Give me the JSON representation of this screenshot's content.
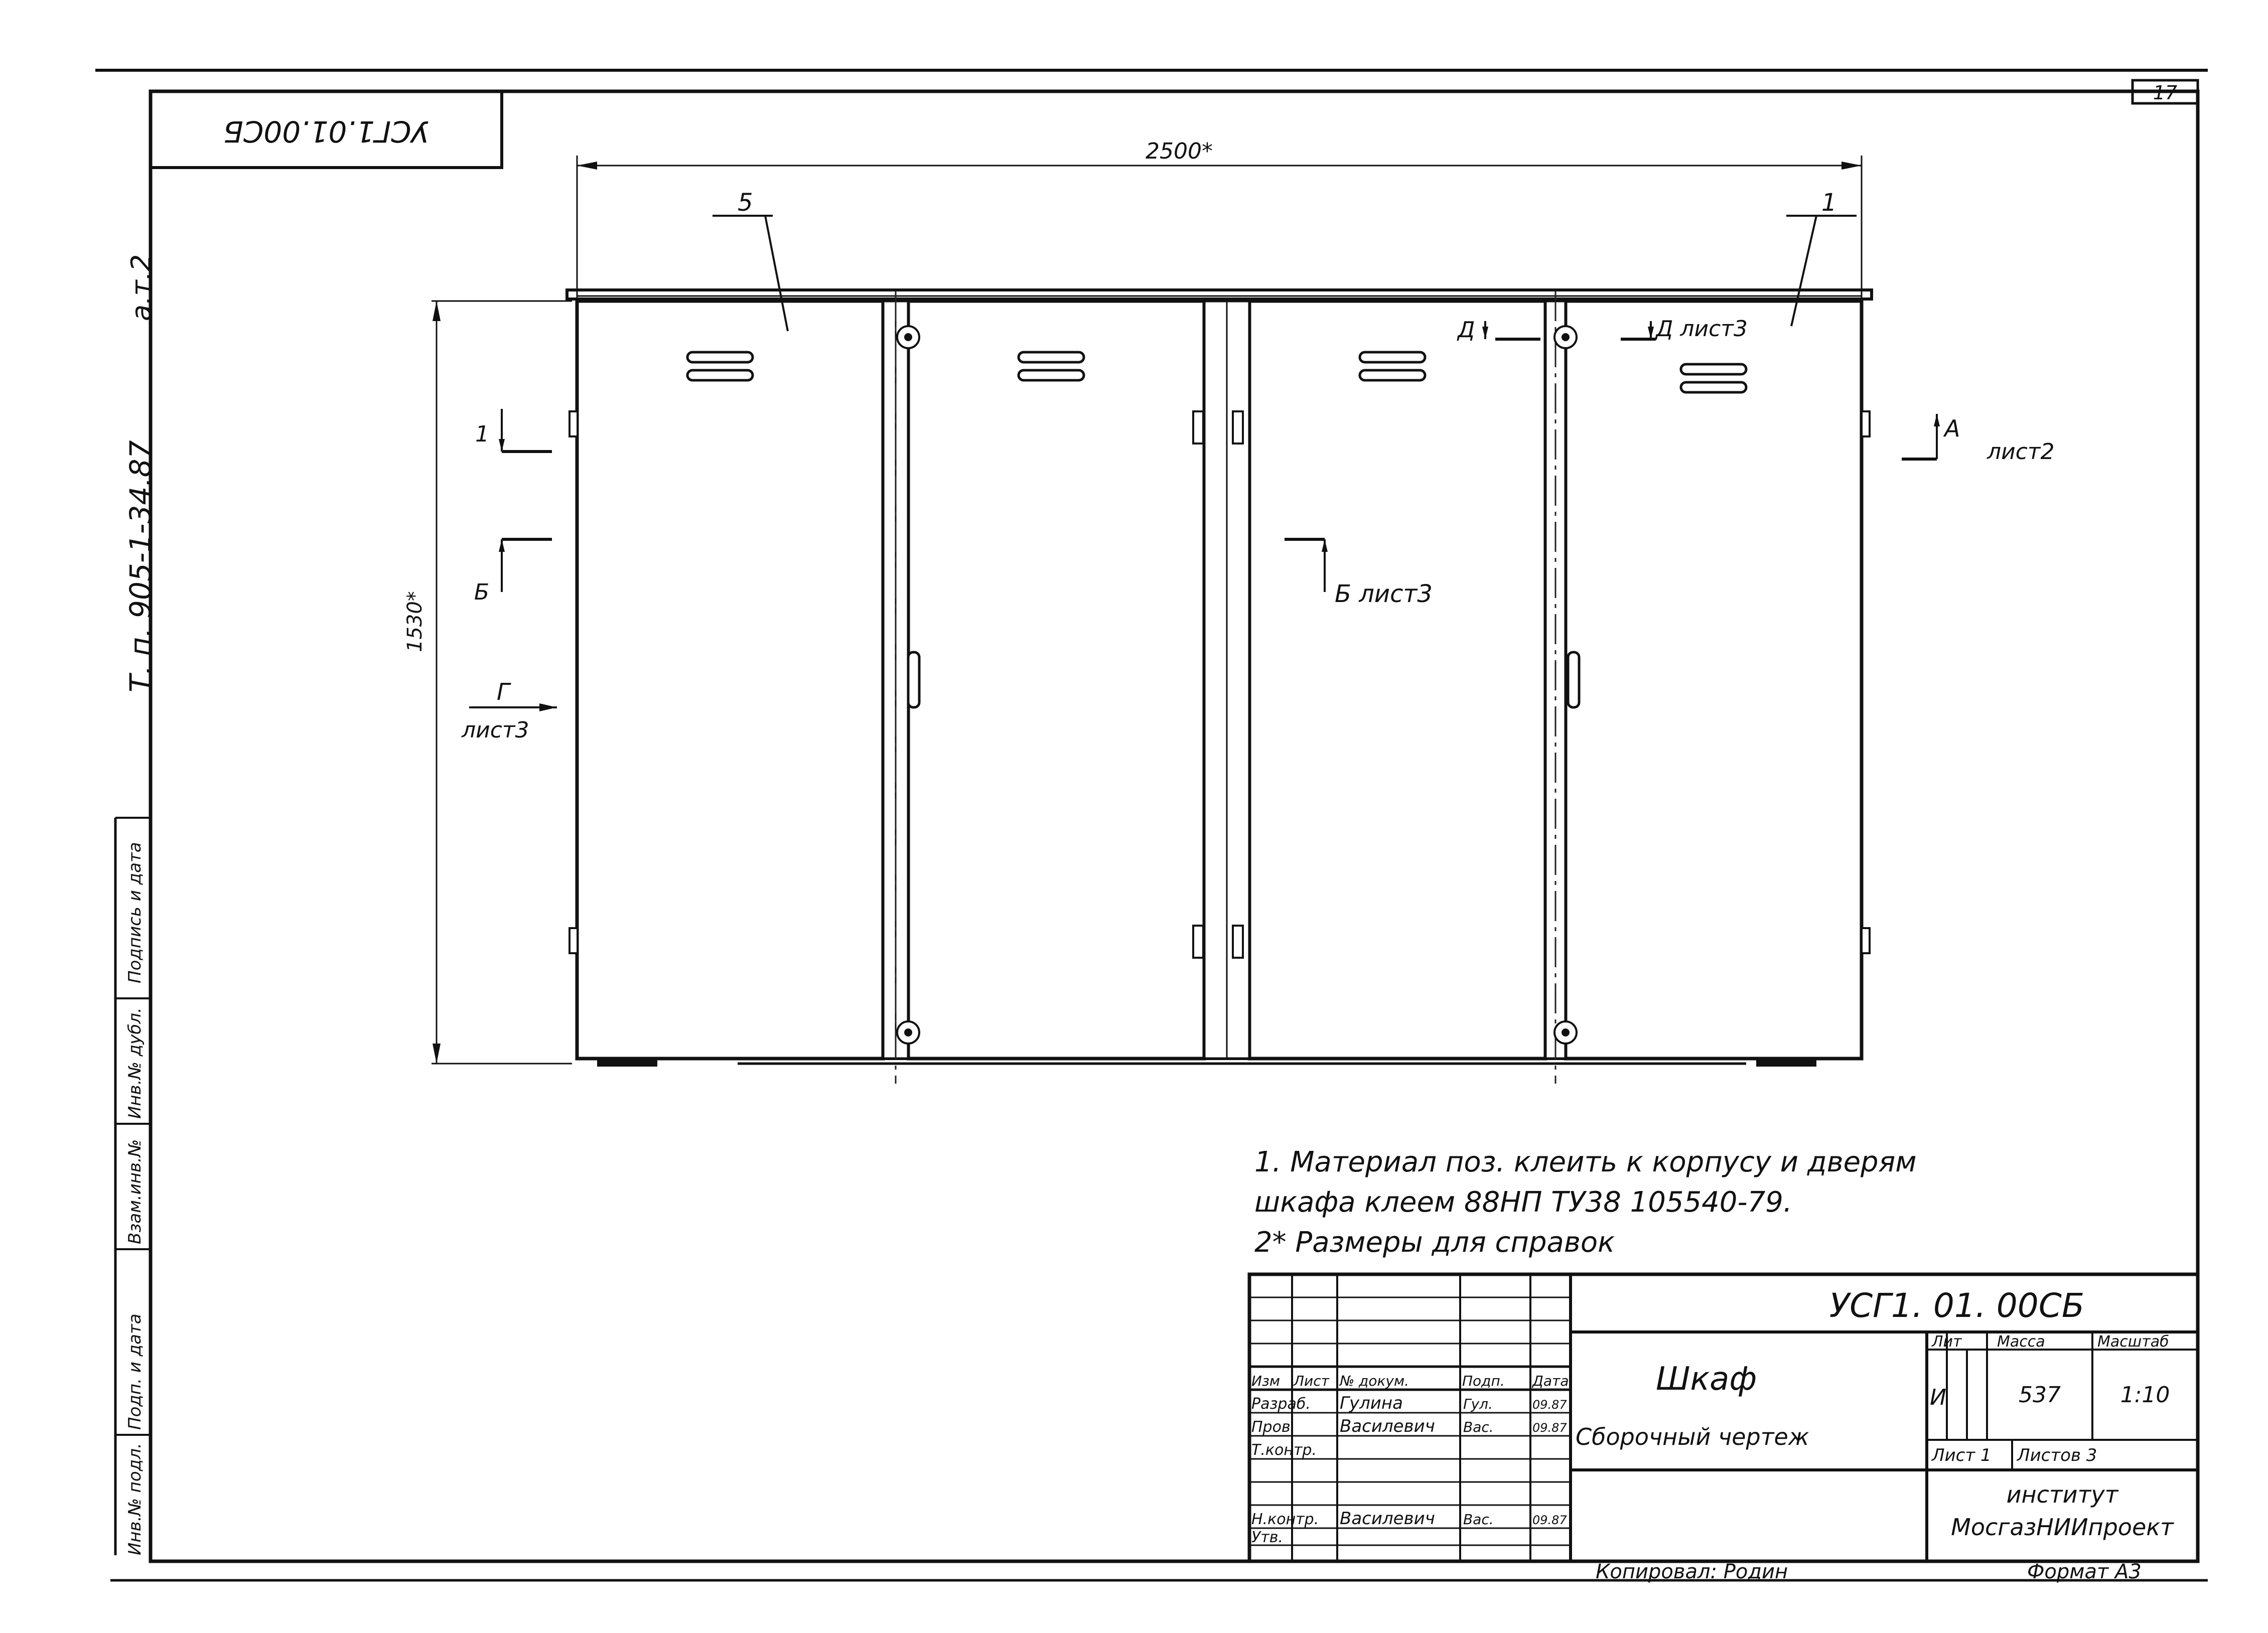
{
  "sheet_number": "17",
  "stamp_rotated": "УСГ1.01.00СБ",
  "side_project": "Т. п. 905-1-34.87",
  "side_album": "а.т.2",
  "left_column_labels": [
    "Подпись и дата",
    "Инв.№ дубл.",
    "Взам.инв.№",
    "Подп. и дата",
    "Инв.№ подл."
  ],
  "drawing": {
    "width_dim": "2500*",
    "height_dim": "1530*",
    "callout_5": "5",
    "callout_1": "1",
    "section_A": "А",
    "section_A_sheet": "лист2",
    "section_B": "Б",
    "section_B_sheet": "Б лист3",
    "view_G": "Г",
    "view_G_sheet": "лист3",
    "view_D_left": "Д",
    "view_D_right": "Д лист3",
    "mark_1": "1"
  },
  "notes": [
    "1. Материал поз.   клеить к корпусу и дверям",
    "шкафа  клеем 88НП  ТУ38  105540-79.",
    "2* Размеры для справок"
  ],
  "title_block": {
    "designation": "УСГ1. 01. 00СБ",
    "name": "Шкаф",
    "doc_type": "Сборочный чертеж",
    "col_headers": [
      "Изм",
      "Лист",
      "№ докум.",
      "Подп.",
      "Дата"
    ],
    "rows": [
      {
        "role": "Разраб.",
        "name": "Гулина",
        "sign": "Гул.",
        "date": "09.87"
      },
      {
        "role": "Пров.",
        "name": "Василевич",
        "sign": "Вас.",
        "date": "09.87"
      },
      {
        "role": "Т.контр.",
        "name": "",
        "sign": "",
        "date": ""
      },
      {
        "role": "",
        "name": "",
        "sign": "",
        "date": ""
      },
      {
        "role": "Н.контр.",
        "name": "Василевич",
        "sign": "Вас.",
        "date": "09.87"
      },
      {
        "role": "Утв.",
        "name": "",
        "sign": "",
        "date": ""
      }
    ],
    "lit_label": "Лит",
    "mass_label": "Масса",
    "scale_label": "Масштаб",
    "lit_value": "И",
    "mass_value": "537",
    "scale_value": "1:10",
    "sheet_label": "Лист 1",
    "sheets_label": "Листов 3",
    "org_line1": "институт",
    "org_line2": "МосгазНИИпроект"
  },
  "copied_by": "Копировал: Родин",
  "format": "Формат А3"
}
